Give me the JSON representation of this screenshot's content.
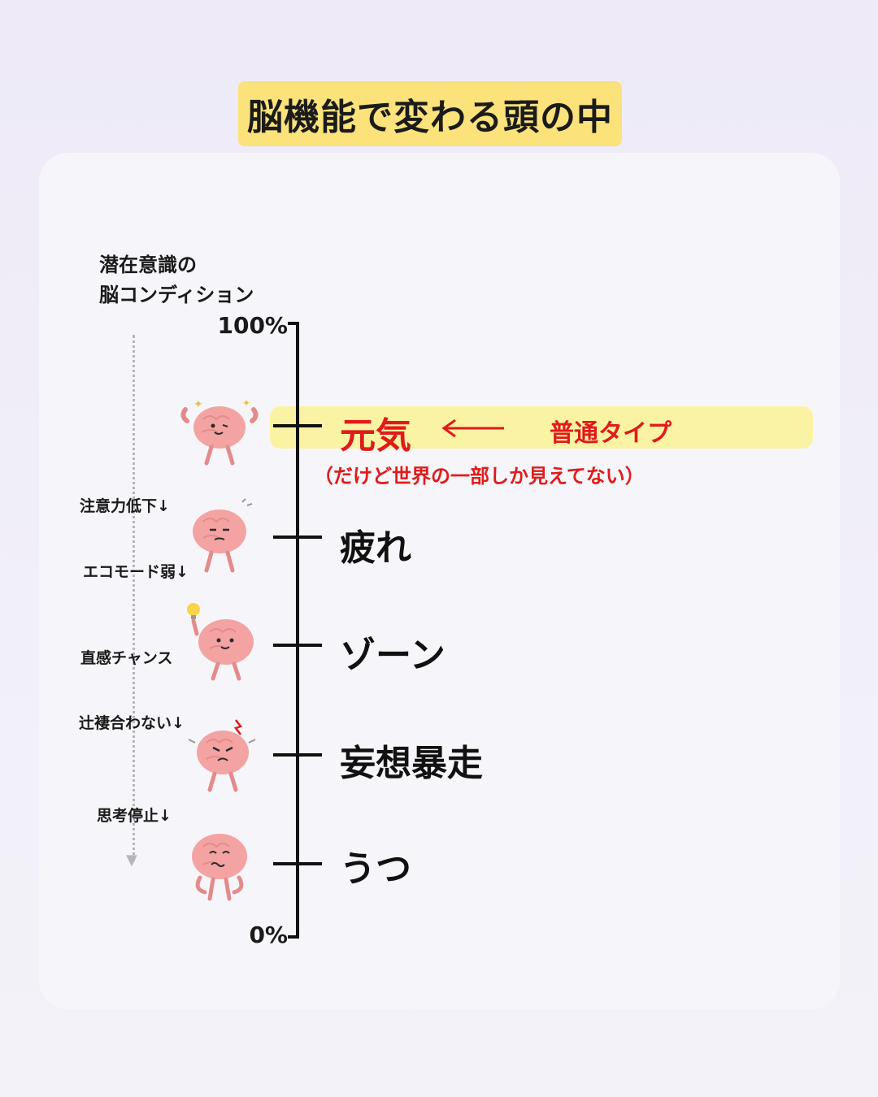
{
  "title": "脳機能で変わる頭の中",
  "axis": {
    "title_line1": "潜在意識の",
    "title_line2": "脳コンディション",
    "top_label": "100%",
    "bottom_label": "0%"
  },
  "levels": [
    {
      "label": "元気",
      "icon": "strong-brain-icon",
      "highlighted": true
    },
    {
      "label": "疲れ",
      "icon": "tired-brain-icon"
    },
    {
      "label": "ゾーン",
      "icon": "idea-brain-icon"
    },
    {
      "label": "妄想暴走",
      "icon": "angry-brain-icon"
    },
    {
      "label": "うつ",
      "icon": "depressed-brain-icon"
    }
  ],
  "highlight": {
    "arrow": "⟵",
    "tag": "普通タイプ",
    "note": "（だけど世界の一部しか見えてない）"
  },
  "side_notes": [
    "注意力低下↓",
    "エコモード弱↓",
    "直感チャンス",
    "辻褄合わない↓",
    "思考停止↓"
  ],
  "colors": {
    "title_bg": "#fbe27a",
    "highlight_bg": "#fbf3a4",
    "accent_red": "#e01b1b",
    "brain_pink": "#f4a3a3"
  }
}
